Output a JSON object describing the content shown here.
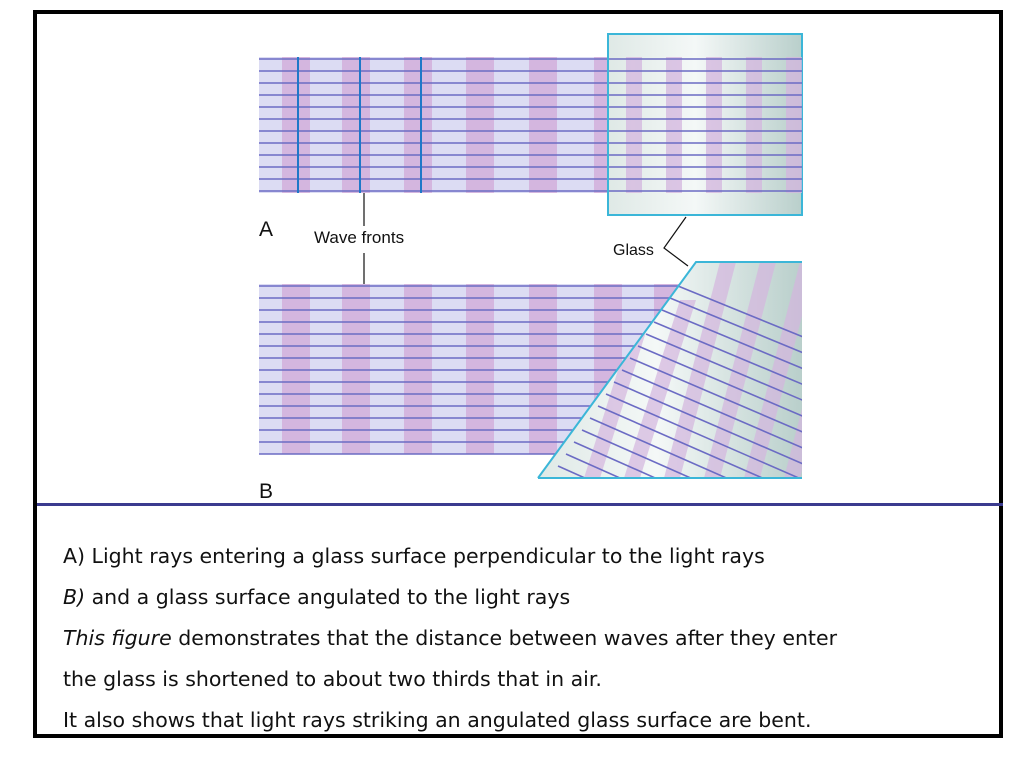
{
  "figure": {
    "panel_a_label": "A",
    "panel_b_label": "B",
    "wave_fronts_label": "Wave fronts",
    "glass_label": "Glass",
    "colors": {
      "ray": "#6b6bc4",
      "air_fill": "#dcdcf3",
      "front_band": "#d4b6df",
      "wave_front_line": "#1f78c8",
      "glass_edge": "#3bb6d8"
    }
  },
  "caption": {
    "line1": "A) Light rays entering a glass surface perpendicular to the light rays",
    "line2_italic": "B)",
    "line2_rest": " and a glass surface angulated to the light rays",
    "line3_italic": "This figure",
    "line3_rest": " demonstrates that the distance between waves after they enter",
    "line4": "the glass is shortened to about two thirds that in air.",
    "line5": "It also shows that light rays striking an angulated glass surface are bent."
  }
}
